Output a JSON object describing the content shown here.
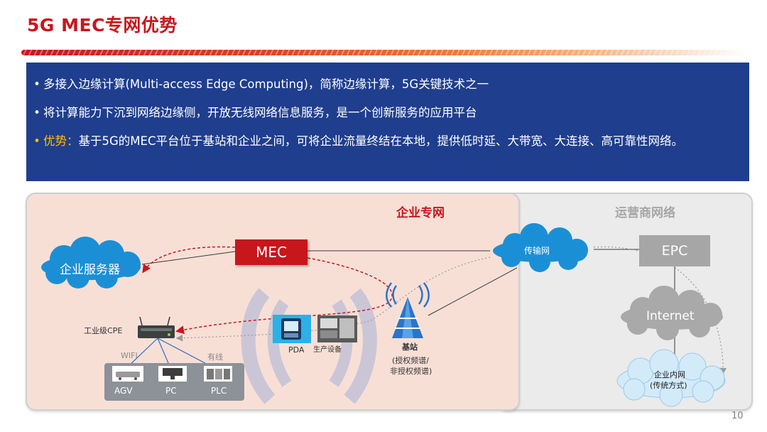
{
  "title": "5G MEC专网优势",
  "bullets": [
    {
      "text": "多接入边缘计算(Multi-access Edge Computing)，简称边缘计算，5G关键技术之一"
    },
    {
      "text": "将计算能力下沉到网络边缘侧，开放无线网络信息服务，是一个创新服务的应用平台"
    },
    {
      "highlight": "优势：",
      "text": "基于5G的MEC平台位于基站和企业之间，可将企业流量终结在本地，提供低时延、大带宽、大连接、高可靠性网络。"
    }
  ],
  "diagram": {
    "enterprise_label": "企业专网",
    "operator_label": "运营商网络",
    "server_cloud": "企业服务器",
    "mec": "MEC",
    "transport_cloud": "传输网",
    "epc": "EPC",
    "internet_cloud": "Internet",
    "intranet_cloud_line1": "企业内网",
    "intranet_cloud_line2": "(传统方式)",
    "cpe_label": "工业级CPE",
    "pda_label": "PDA",
    "production_label": "生产设备",
    "base_station_label": "基站",
    "spectrum_line1": "(授权频谱/",
    "spectrum_line2": "非授权频谱)",
    "wifi_label": "WIFI",
    "wired_label": "有线",
    "devices": [
      "AGV",
      "PC",
      "PLC"
    ]
  },
  "colors": {
    "brand_red": "#c8161d",
    "box_blue": "#1f3e8e",
    "highlight": "#ffc000",
    "cloud_blue": "#1b8fd6"
  },
  "page_number": "10"
}
